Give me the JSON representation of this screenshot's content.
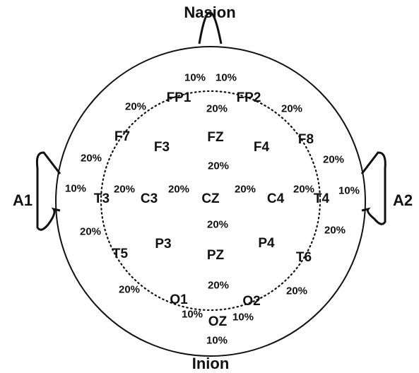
{
  "landmarks": {
    "nasion": "Nasion",
    "inion": "Inion",
    "left_ear": "A1",
    "right_ear": "A2"
  },
  "electrodes": {
    "fp1": "FP1",
    "fp2": "FP2",
    "f7": "F7",
    "f3": "F3",
    "fz": "FZ",
    "f4": "F4",
    "f8": "F8",
    "t3": "T3",
    "c3": "C3",
    "cz": "CZ",
    "c4": "C4",
    "t4": "T4",
    "t5": "T5",
    "p3": "P3",
    "pz": "PZ",
    "p4": "P4",
    "t6": "T6",
    "o1": "O1",
    "oz": "OZ",
    "o2": "O2"
  },
  "spacing": {
    "ten": "10%",
    "twenty": "20%"
  },
  "colors": {
    "line": "#111111",
    "background": "#ffffff"
  }
}
